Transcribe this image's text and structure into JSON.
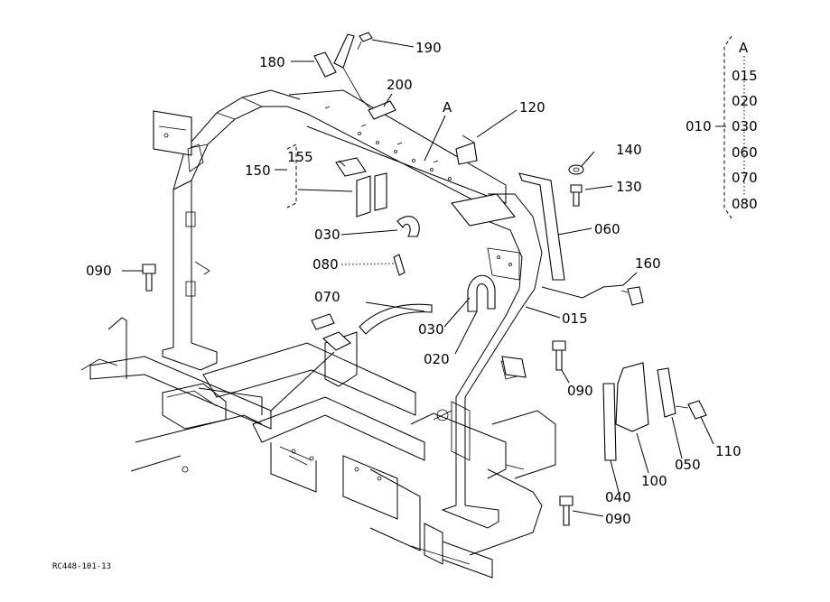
{
  "callouts": {
    "p180": "180",
    "p190": "190",
    "p200": "200",
    "pA": "A",
    "p120": "120",
    "p155": "155",
    "p150": "150",
    "p140": "140",
    "p130": "130",
    "p030a": "030",
    "p060": "060",
    "p080": "080",
    "p090a": "090",
    "p160": "160",
    "p070": "070",
    "p015": "015",
    "p030b": "030",
    "p020": "020",
    "p090b": "090",
    "p110": "110",
    "p050": "050",
    "p100": "100",
    "p040": "040",
    "p090c": "090"
  },
  "legend": {
    "group": "010",
    "items": [
      "A",
      "015",
      "020",
      "030",
      "060",
      "070",
      "080"
    ]
  },
  "footer": {
    "drawing_code": "RC448-101-13"
  }
}
